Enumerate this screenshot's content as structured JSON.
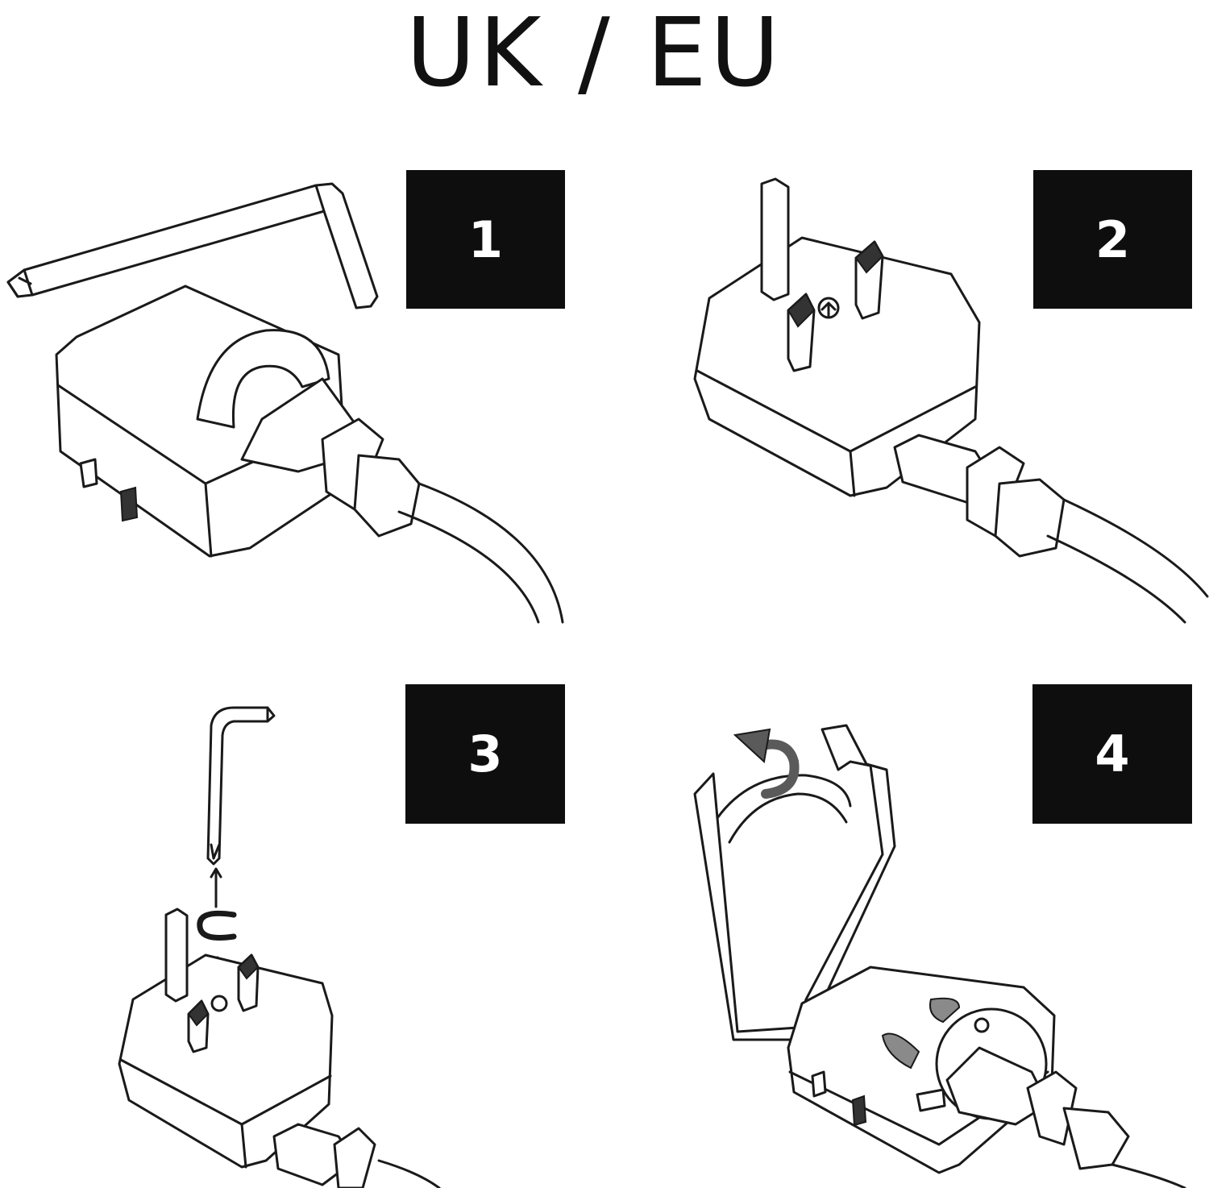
{
  "title": "UK / EU",
  "steps": [
    {
      "number": "1"
    },
    {
      "number": "2"
    },
    {
      "number": "3"
    },
    {
      "number": "4"
    }
  ],
  "colors": {
    "badge_background": "#0e0e0e",
    "badge_text": "#ffffff",
    "line_art": "#1a1a1a",
    "background": "#ffffff"
  },
  "icons": [
    "hex-key-icon",
    "plug-adapter-icon",
    "uk-plug-icon",
    "eu-plug-icon",
    "retaining-clip-icon",
    "rotate-arrow-icon"
  ]
}
